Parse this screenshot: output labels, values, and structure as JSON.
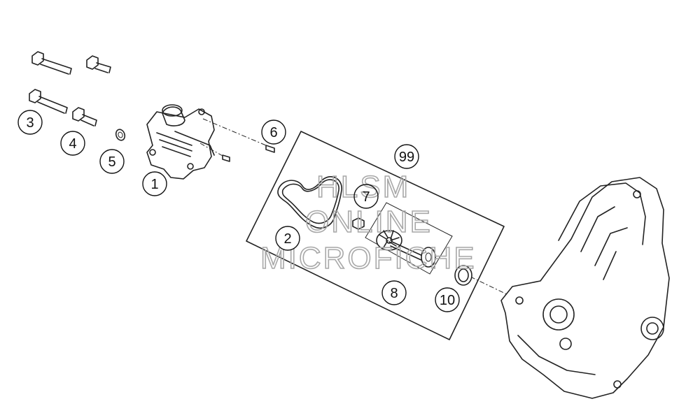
{
  "watermark": {
    "line1": "HLSM",
    "line2": "ONLINE",
    "line3": "MICROFICHE",
    "color": "#a8a8a8"
  },
  "callouts": [
    {
      "id": "p1",
      "label": "1"
    },
    {
      "id": "p2",
      "label": "2"
    },
    {
      "id": "p3",
      "label": "3"
    },
    {
      "id": "p4",
      "label": "4"
    },
    {
      "id": "p5",
      "label": "5"
    },
    {
      "id": "p6",
      "label": "6"
    },
    {
      "id": "p7",
      "label": "7"
    },
    {
      "id": "p8",
      "label": "8"
    },
    {
      "id": "p10",
      "label": "10"
    },
    {
      "id": "p99",
      "label": "99"
    }
  ],
  "colors": {
    "line": "#222222",
    "background": "#ffffff"
  }
}
